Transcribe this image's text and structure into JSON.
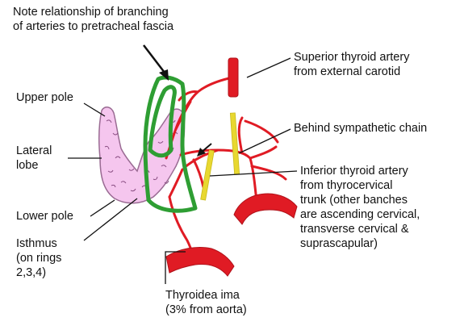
{
  "labels": {
    "note": [
      "Note relationship of branching",
      "of arteries to pretracheal fascia"
    ],
    "upper_pole": [
      "Upper pole"
    ],
    "lateral_lobe": [
      "Lateral",
      "lobe"
    ],
    "lower_pole": [
      "Lower pole"
    ],
    "isthmus": [
      "Isthmus",
      "(on rings",
      "2,3,4)"
    ],
    "thyroidea_ima": [
      "Thyroidea ima",
      "(3% from aorta)"
    ],
    "superior_thyroid_artery": [
      "Superior thyroid artery",
      "from external carotid"
    ],
    "sympathetic_chain": [
      "Behind sympathetic chain"
    ],
    "inferior_thyroid_artery": [
      "Inferior thyroid artery",
      "from thyrocervical",
      "trunk (other banches",
      "are ascending cervical,",
      "transverse cervical &",
      "suprascapular)"
    ]
  },
  "colors": {
    "artery": "#e01b24",
    "artery_dark": "#b0121a",
    "thyroid_fill": "#f5c6ee",
    "thyroid_outline": "#9a6b93",
    "fascia": "#2e9e33",
    "sympathetic_chain": "#e8d830",
    "text": "#111111"
  }
}
